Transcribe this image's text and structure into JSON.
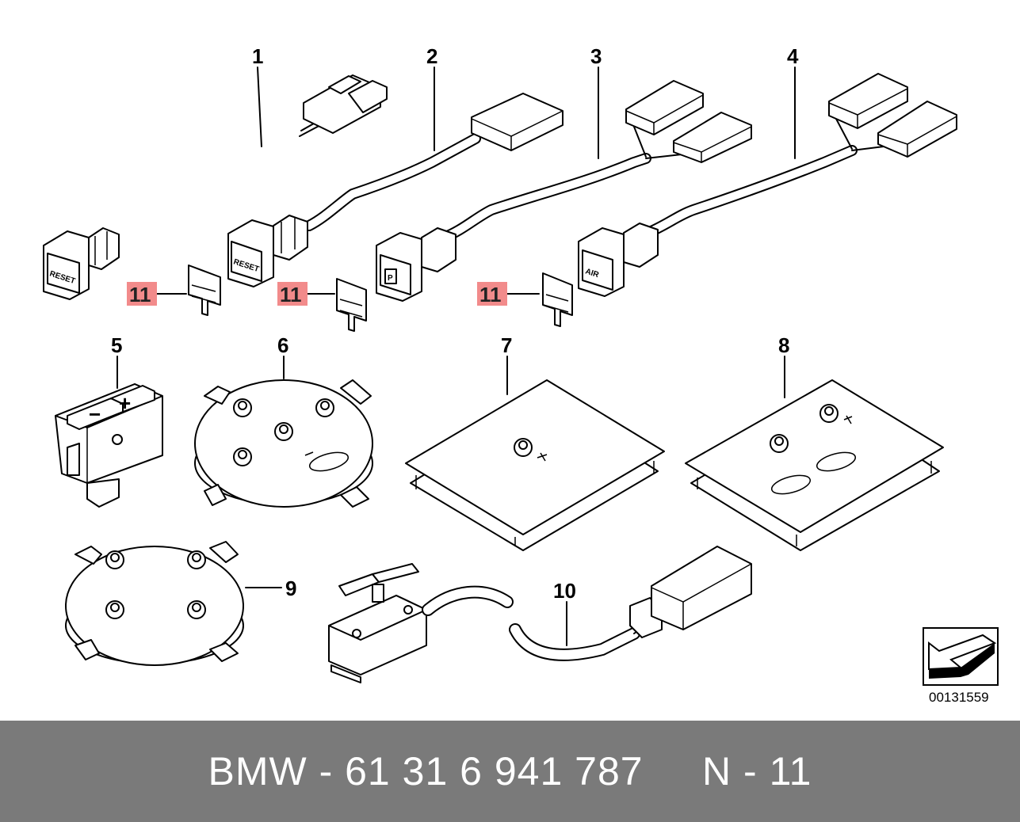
{
  "callouts": {
    "c1": "1",
    "c2": "2",
    "c3": "3",
    "c4": "4",
    "c5": "5",
    "c6": "6",
    "c7": "7",
    "c8": "8",
    "c9": "9",
    "c10": "10",
    "c11a": "11",
    "c11b": "11",
    "c11c": "11"
  },
  "button_labels": {
    "reset1": "RESET",
    "reset2": "RESET",
    "air": "AIR",
    "p": "P",
    "minus": "−",
    "plus": "+"
  },
  "reference_number": "00131559",
  "footer": {
    "text": "BMW - 61 31 6 941 787     N - 11"
  },
  "colors": {
    "highlight": "#f28b8b",
    "footer_bg": "#7a7a7a",
    "footer_text": "#ffffff"
  },
  "icons": {
    "direction_arrow": "arrow-down-left-icon"
  }
}
